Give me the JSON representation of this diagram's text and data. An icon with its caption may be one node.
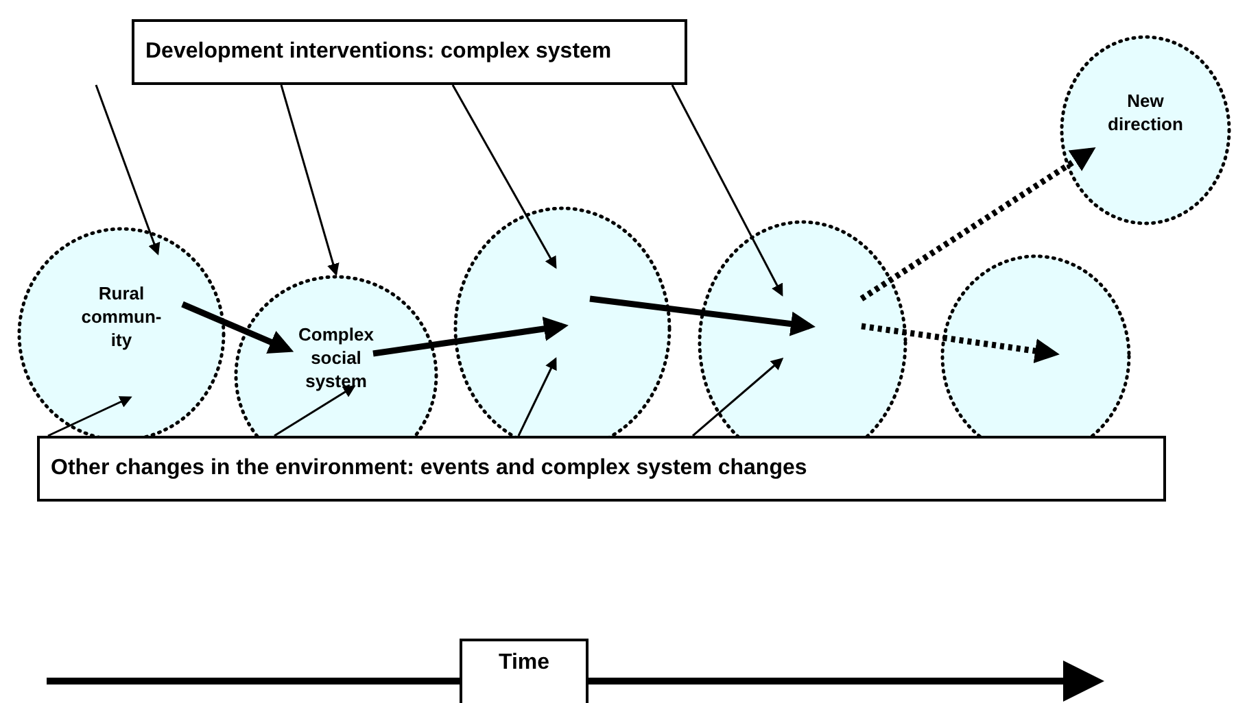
{
  "diagram": {
    "nodes": [
      {
        "text": [
          "Development interventions: complex system"
        ]
      },
      {
        "text": [
          "Rural commun- ity"
        ]
      },
      {
        "text": [
          "Complex social system"
        ]
      },
      {
        "text": [],
        "shape": "circle"
      },
      {
        "text": [],
        "shape": "circle"
      },
      {
        "text": [],
        "shape": "circle"
      },
      {
        "text": [
          "New direction"
        ]
      },
      {
        "text": [
          "Other changes in the environment: events and complex system changes"
        ]
      },
      {
        "text": [
          "Time"
        ]
      }
    ],
    "edges": [
      {
        "from": 0,
        "to": 1,
        "arrow": "to"
      },
      {
        "from": 0,
        "to": 2,
        "arrow": "to"
      },
      {
        "from": 0,
        "to": 3,
        "arrow": "to"
      },
      {
        "from": 0,
        "to": 4,
        "arrow": "to"
      },
      {
        "from": 7,
        "to": 1,
        "arrow": "to"
      },
      {
        "from": 7,
        "to": 2,
        "arrow": "to"
      },
      {
        "from": 7,
        "to": 3,
        "arrow": "to"
      },
      {
        "from": 7,
        "to": 4,
        "arrow": "to"
      },
      {
        "from": 1,
        "to": 2,
        "arrow": "to",
        "style": "thick"
      },
      {
        "from": 2,
        "to": 3,
        "arrow": "to",
        "style": "thick"
      },
      {
        "from": 3,
        "to": 4,
        "arrow": "to",
        "style": "thick"
      },
      {
        "from": 4,
        "to": 6,
        "arrow": "to",
        "style": "dashed"
      },
      {
        "from": 4,
        "to": 5,
        "arrow": "to",
        "style": "dashed"
      }
    ]
  }
}
